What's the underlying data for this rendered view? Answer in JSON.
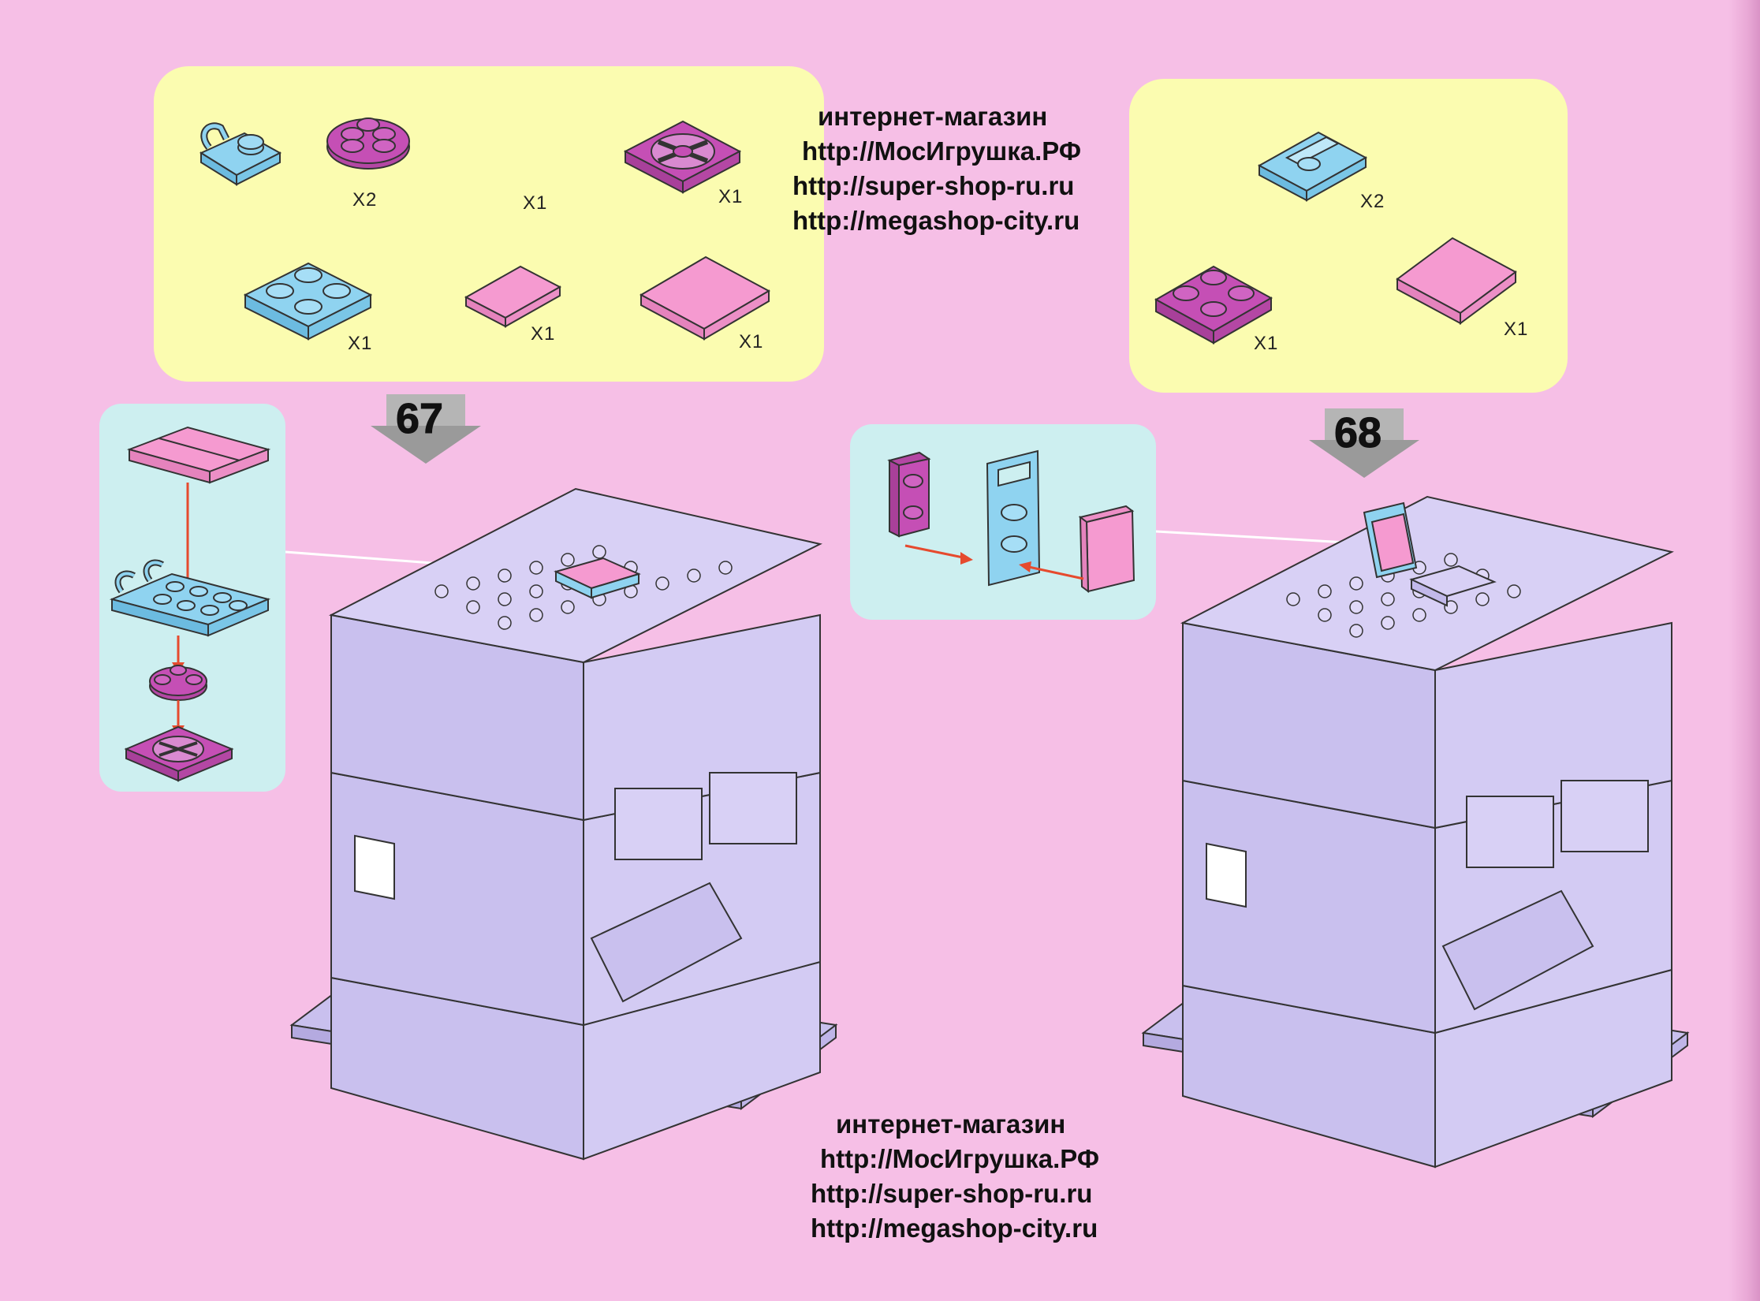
{
  "watermark": {
    "line1": "интернет-магазин",
    "line2": "http://МосИгрушка.РФ",
    "line3": "http://super-shop-ru.ru",
    "line4": "http://megashop-city.ru"
  },
  "step67": {
    "number": "67",
    "parts": [
      {
        "icon": "light-blue-clip-plate-1x2-icon",
        "qty": "X2"
      },
      {
        "icon": "magenta-round-plate-2x2-icon",
        "qty": "X1"
      },
      {
        "icon": "magenta-turntable-plate-icon",
        "qty": "X1"
      },
      {
        "icon": "light-blue-plate-2x2-icon",
        "qty": "X1"
      },
      {
        "icon": "pink-tile-1x2-icon",
        "qty": "X1"
      },
      {
        "icon": "pink-tile-2x2-icon",
        "qty": "X1"
      }
    ]
  },
  "step68": {
    "number": "68",
    "parts": [
      {
        "icon": "light-blue-handle-plate-1x2-icon",
        "qty": "X2"
      },
      {
        "icon": "magenta-plate-2x2-icon",
        "qty": "X1"
      },
      {
        "icon": "pink-tile-2x2-icon",
        "qty": "X1"
      }
    ]
  },
  "colors": {
    "page": "#f6bfe6",
    "parts_box": "#fbfcb0",
    "sub_box": "#cdeff0",
    "light_blue": "#8fd3f0",
    "magenta": "#c54fb5",
    "pink": "#f59ad0",
    "building": "#c9c0ee",
    "arrow": "#e64a2e"
  }
}
